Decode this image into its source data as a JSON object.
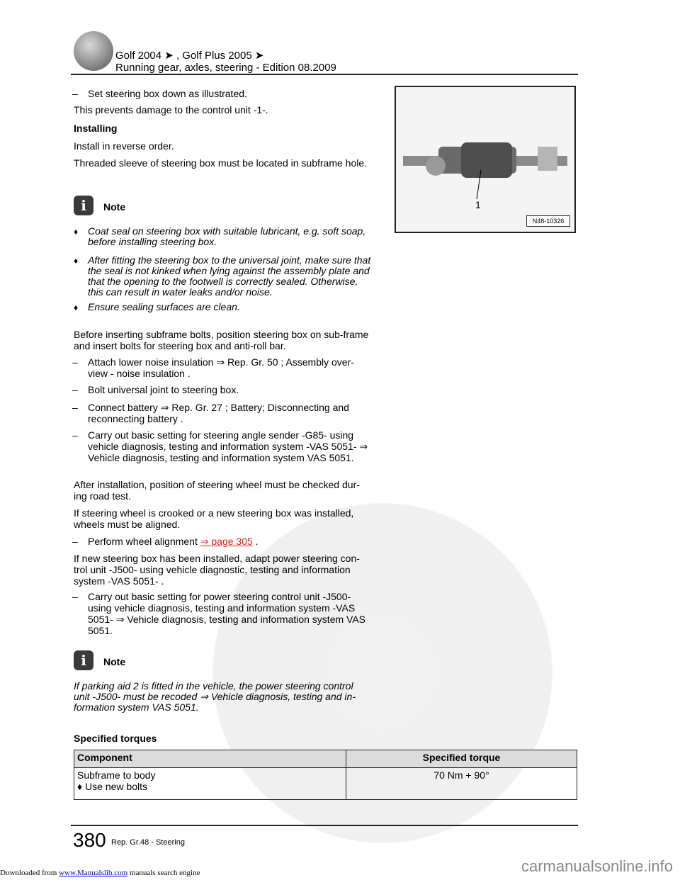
{
  "header": {
    "line1": "Golf 2004 ➤ , Golf Plus 2005 ➤",
    "line2": "Running gear, axles, steering - Edition 08.2009"
  },
  "body": {
    "step_setdown": "Set steering box down as illustrated.",
    "prevents": "This prevents damage to the control unit -1-.",
    "installing_heading": "Installing",
    "install_reverse": "Install in reverse order.",
    "threaded_sleeve": "Threaded sleeve of steering box must be located in subframe hole.",
    "note1_label": "Note",
    "note1_items": [
      "Coat seal on steering box with suitable lubricant, e.g. soft soap, before installing steering box.",
      "After fitting the steering box to the universal joint, make sure that the seal is not kinked when lying against the assembly plate and that the opening to the footwell is correctly sealed. Otherwise, this can result in water leaks and/or noise.",
      "Ensure sealing surfaces are clean."
    ],
    "before_inserting": "Before inserting subframe bolts, position steering box on sub-frame and insert bolts for steering box and anti-roll bar.",
    "step_attach": "Attach lower noise insulation ⇒  Rep. Gr.  50 ; Assembly over-view - noise insulation .",
    "step_bolt": "Bolt universal joint to steering box.",
    "step_connect": "Connect battery ⇒  Rep. Gr.  27 ; Battery; Disconnecting and reconnecting battery .",
    "step_basic1": "Carry out basic setting for steering angle sender -G85- using vehicle diagnosis, testing and information system -VAS 5051- ⇒ Vehicle diagnosis, testing and information system VAS 5051.",
    "after_install": "After installation, position of steering wheel must be checked dur-ing road test.",
    "if_crooked": "If steering wheel is crooked or a new steering box was installed, wheels must be aligned.",
    "step_align_prefix": "Perform wheel alignment",
    "step_align_link": "⇒ page 305",
    "step_align_suffix": ".",
    "if_new_box": "If new steering box has been installed, adapt power steering con-trol unit -J500- using vehicle diagnostic, testing and information system -VAS 5051- .",
    "step_basic2": "Carry out basic setting for power steering control unit -J500- using vehicle diagnosis, testing and information system -VAS 5051- ⇒ Vehicle diagnosis, testing and information system VAS 5051.",
    "note2_label": "Note",
    "note2_text": "If parking aid 2 is fitted in the vehicle, the power steering control unit -J500- must be recoded ⇒ Vehicle diagnosis, testing and in-formation system VAS 5051.",
    "torques_heading": "Specified torques"
  },
  "figure": {
    "callout": "1",
    "code": "N48-10326"
  },
  "table": {
    "col1": "Component",
    "col2": "Specified torque",
    "row1_component": "Subframe to body",
    "row1_sub": "Use new bolts",
    "row1_torque": "70 Nm + 90°"
  },
  "footer": {
    "page": "380",
    "chapter": "Rep. Gr.48 - Steering",
    "downloaded_prefix": "Downloaded from",
    "downloaded_link": "www.Manualslib.com",
    "downloaded_suffix": " manuals search engine",
    "watermark_url": "carmanualsonline.info"
  }
}
